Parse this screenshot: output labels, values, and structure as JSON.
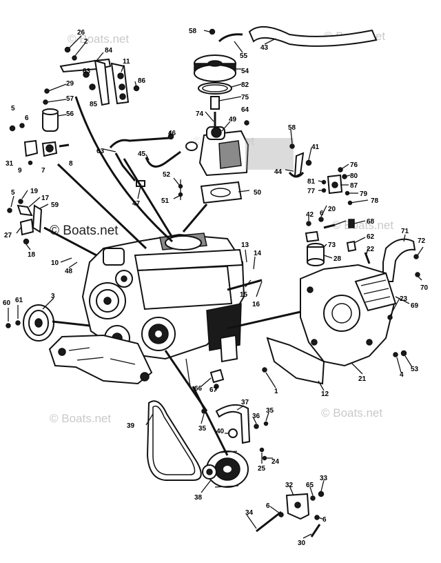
{
  "watermarks": [
    "© Boats.net",
    "© Boats.net",
    "© Boats.net",
    "© Boats.net",
    "© Boats.net",
    "© Boats.net",
    "© Boats.net"
  ],
  "callouts": [
    "26",
    "2",
    "84",
    "11",
    "83",
    "29",
    "86",
    "85",
    "57",
    "56",
    "5",
    "6",
    "31",
    "9",
    "7",
    "8",
    "58",
    "55",
    "43",
    "54",
    "82",
    "75",
    "64",
    "74",
    "49",
    "46",
    "63",
    "45",
    "52",
    "51",
    "47",
    "58",
    "41",
    "44",
    "50",
    "76",
    "80",
    "77",
    "81",
    "87",
    "79",
    "78",
    "5",
    "19",
    "17",
    "59",
    "27",
    "18",
    "42",
    "6",
    "20",
    "68",
    "73",
    "28",
    "62",
    "22",
    "71",
    "72",
    "70",
    "13",
    "14",
    "15",
    "16",
    "10",
    "48",
    "60",
    "61",
    "3",
    "69",
    "23",
    "21",
    "4",
    "53",
    "66",
    "67",
    "1",
    "12",
    "37",
    "36",
    "35",
    "35",
    "39",
    "40",
    "25",
    "24",
    "38",
    "32",
    "65",
    "33",
    "34",
    "6",
    "6",
    "30"
  ]
}
